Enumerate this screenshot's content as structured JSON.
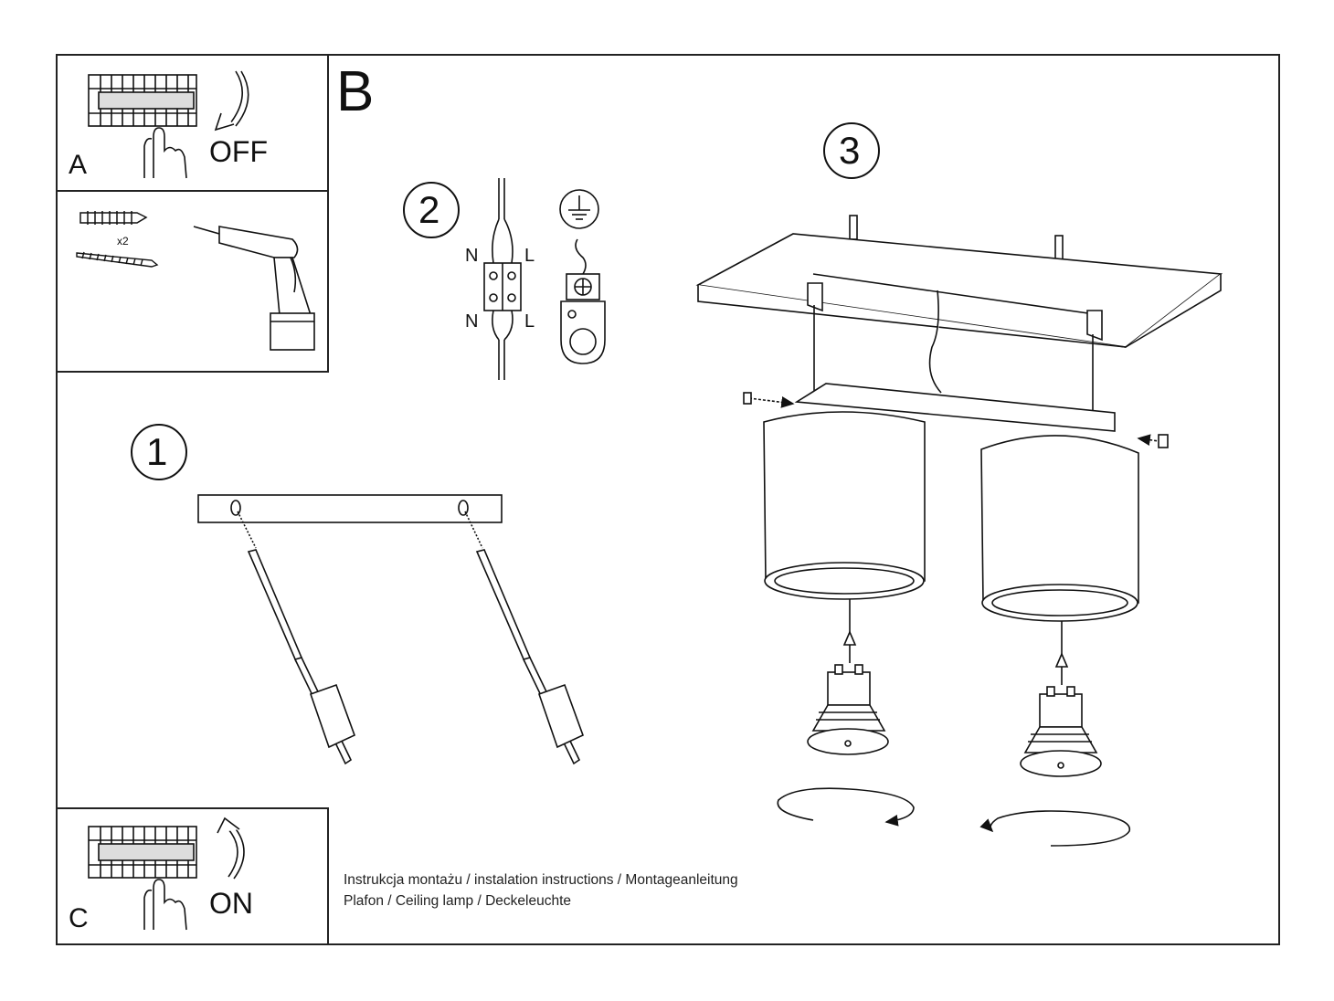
{
  "panels": {
    "a": {
      "letter": "A",
      "action": "OFF"
    },
    "c": {
      "letter": "C",
      "action": "ON"
    },
    "b": {
      "letter": "B"
    }
  },
  "tools": {
    "quantity": "x2"
  },
  "steps": {
    "one": "1",
    "two": "2",
    "three": "3"
  },
  "wiring": {
    "neutral": "N",
    "live": "L"
  },
  "caption": {
    "line1": "Instrukcja montażu / instalation instructions / Montageanleitung",
    "line2": "Plafon / Ceiling lamp /  Deckeleuchte"
  }
}
